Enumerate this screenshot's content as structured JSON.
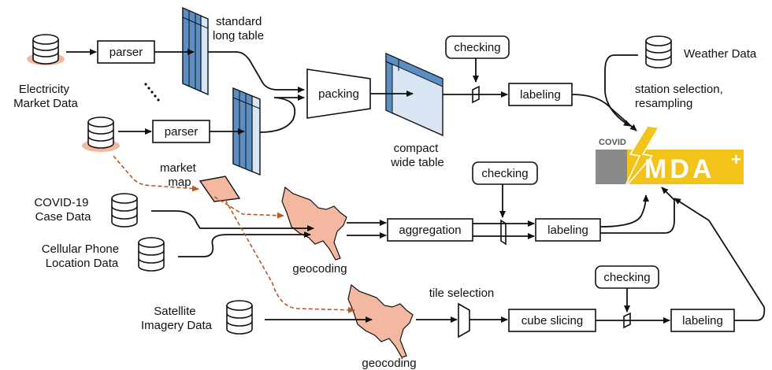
{
  "sources": {
    "electricity": [
      "Electricity",
      "Market Data"
    ],
    "covid": [
      "COVID-19",
      "Case Data"
    ],
    "cellular": [
      "Cellular Phone",
      "Location Data"
    ],
    "satellite": [
      "Satellite",
      "Imagery Data"
    ],
    "weather": "Weather Data"
  },
  "process": {
    "parser1": "parser",
    "parser2": "parser",
    "packing": "packing",
    "checking1": "checking",
    "labeling1": "labeling",
    "checking2": "checking",
    "aggregation": "aggregation",
    "labeling2": "labeling",
    "tile_selection": "tile selection",
    "cube_slicing": "cube slicing",
    "checking3": "checking",
    "labeling3": "labeling"
  },
  "annotations": {
    "standard_table": [
      "standard",
      "long table"
    ],
    "compact_table": [
      "compact",
      "wide table"
    ],
    "market_map": [
      "market",
      "map"
    ],
    "geocoding1": "geocoding",
    "geocoding2": "geocoding",
    "station": [
      "station selection,",
      "resampling"
    ]
  },
  "logo": {
    "top": "COVID",
    "main": "MDA",
    "plus": "+"
  },
  "colors": {
    "table_blue": "#5b8fc4",
    "table_light": "#d8e6f4",
    "map_fill": "#f4b8a0",
    "dash": "#b45a2a",
    "logo_yellow": "#f2c41a",
    "logo_gray": "#8a8a8a"
  }
}
